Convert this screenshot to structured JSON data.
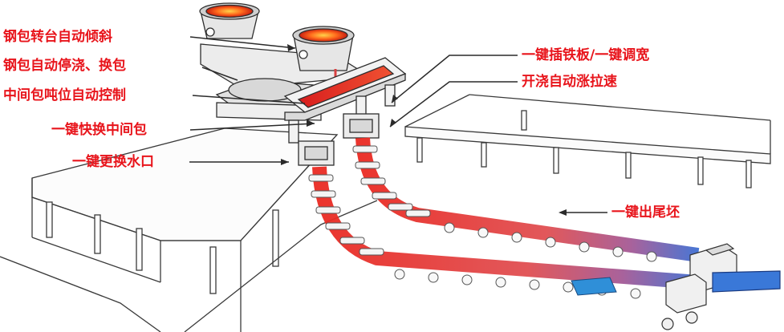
{
  "labels": {
    "ladle_turret_tilt": "钢包转台自动倾斜",
    "ladle_auto_stop_change": "钢包自动停浇、换包",
    "tundish_weight_control": "中间包吨位自动控制",
    "one_key_tundish_change": "一键快换中间包",
    "one_key_nozzle_change": "一键更换水口",
    "one_key_iron_plate_width": "一键插铁板/一键调宽",
    "auto_start_speed_up": "开浇自动涨拉速",
    "one_key_tail_billet": "一键出尾坯"
  },
  "colors": {
    "label_text": "#e8141b",
    "leader_line": "#2a2a2a",
    "steel_hot": "#e8342a",
    "steel_warm": "#b64a7a",
    "steel_cool": "#2a6fd6",
    "ladle_melt": "#ff5a1a"
  }
}
